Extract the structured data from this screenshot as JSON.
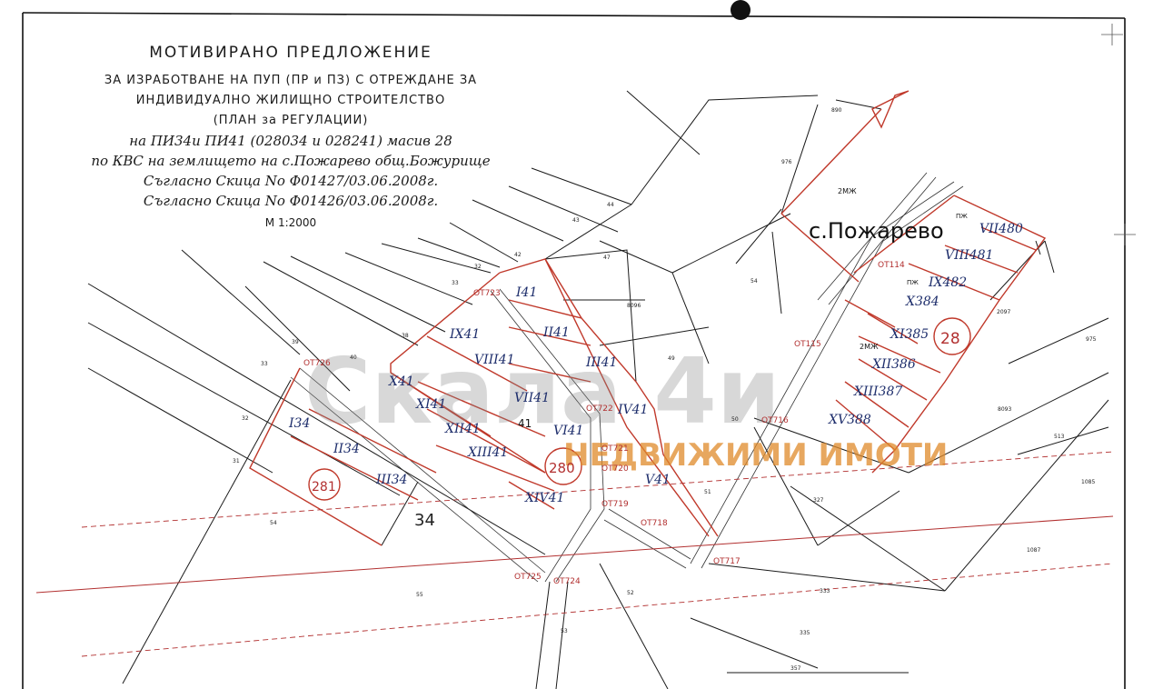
{
  "title": {
    "heading": "МОТИВИРАНО ПРЕДЛОЖЕНИЕ",
    "line1": "ЗА ИЗРАБОТВАНЕ НА ПУП  (ПР и ПЗ) С ОТРЕЖДАНЕ ЗА",
    "line2": "ИНДИВИДУАЛНО ЖИЛИЩНО СТРОИТЕЛСТВО",
    "line3": "(ПЛАН за РЕГУЛАЦИИ)",
    "line4": "на ПИ34и ПИ41 (028034 и 028241) масив 28",
    "line5": "по КВС на землището на с.Пожарево общ.Божурище",
    "line6": "Съгласно Скица No Ф01427/03.06.2008г.",
    "line7": "Съгласно Скица No Ф01426/03.06.2008г.",
    "scale": "М 1:2000"
  },
  "settlement": "с.Пожарево",
  "watermark": {
    "brand": "Скала 4и",
    "subtitle": "НЕДВИЖИМИ ИМОТИ"
  },
  "parcels": {
    "p890": "890",
    "p976": "976",
    "p44": "44",
    "p43": "43",
    "p42": "42",
    "p47": "47",
    "p8096": "8096",
    "p54a": "54",
    "p49": "49",
    "p50": "50",
    "p51": "51",
    "p327": "327",
    "p333": "333",
    "p335": "335",
    "p357": "357",
    "p52": "52",
    "p53": "53",
    "p55": "55",
    "p54b": "54",
    "p31": "31",
    "p32": "32",
    "p33": "33",
    "p39": "39",
    "p38": "38",
    "p40": "40",
    "p32b": "32",
    "p33b": "33",
    "p2097": "2097",
    "p975": "975",
    "p8093": "8093",
    "p513": "513",
    "p1085": "1085",
    "p1087": "1087",
    "p41": "41",
    "p34": "34"
  },
  "regulated": {
    "r_I41": "I41",
    "r_II41": "II41",
    "r_III41": "III41",
    "r_IV41": "IV41",
    "r_V41": "V41",
    "r_VI41": "VI41",
    "r_VII41": "VII41",
    "r_VIII41": "VIII41",
    "r_IX41": "IX41",
    "r_X41": "X41",
    "r_XI41": "XI41",
    "r_XII41": "XII41",
    "r_XIII41": "XIII41",
    "r_XIV41": "XIV41",
    "r_I34": "I34",
    "r_II34": "II34",
    "r_III34": "III34",
    "r_VII480": "VII480",
    "r_VIII481": "VIII481",
    "r_IX482": "IX482",
    "r_X384": "X384",
    "r_XI385": "XI385",
    "r_XII386": "XII386",
    "r_XIII387": "XIII387",
    "r_XV388": "XV388"
  },
  "blocks": {
    "b281": "281",
    "b280": "280",
    "b28": "28"
  },
  "ot_points": {
    "ot723": "ОТ723",
    "ot726": "ОТ726",
    "ot722": "ОТ722",
    "ot721": "ОТ721",
    "ot720": "ОТ720",
    "ot719": "ОТ719",
    "ot718": "ОТ718",
    "ot717": "ОТ717",
    "ot725": "ОТ725",
    "ot724": "ОТ724",
    "ot714": "ОТ114",
    "ot115": "ОТ115",
    "ot716": "ОТ716"
  },
  "markers": {
    "m1": "2МЖ",
    "m2": "2МЖ",
    "m3": "ПЖ",
    "m4": "ПЖ"
  },
  "colors": {
    "regulation": "#c0392b",
    "cadastre": "#1a1a1a",
    "text_blue": "#1d2d6b",
    "watermark_orange": "#e08a2a"
  }
}
